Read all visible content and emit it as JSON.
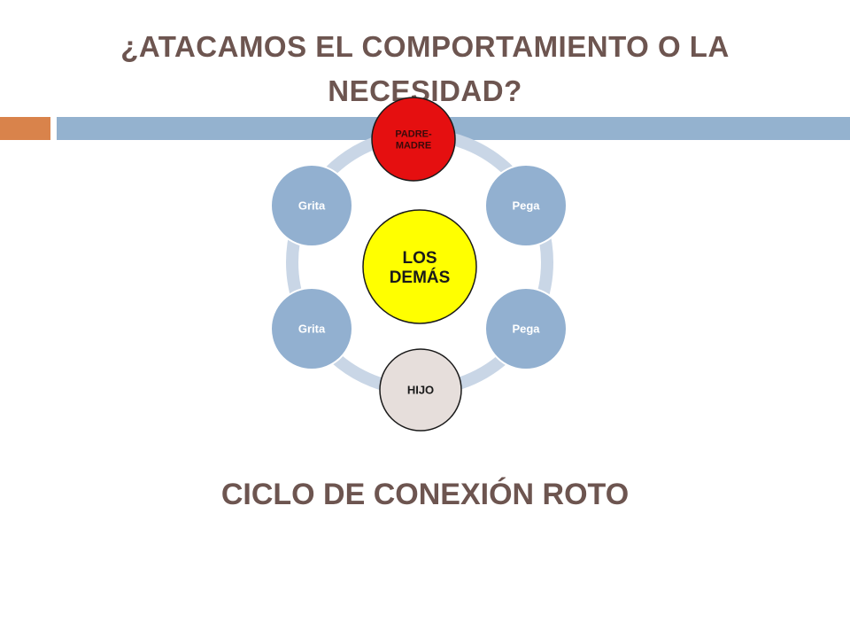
{
  "slide": {
    "title": "¿ATACAMOS EL COMPORTAMIENTO O LA\nNECESIDAD?",
    "caption": "CICLO DE CONEXIÓN ROTO"
  },
  "colors": {
    "title_text": "#6d5550",
    "accent_bar": "#d9834b",
    "main_bar": "#94b2cf",
    "ring": "#c9d6e6",
    "node_fill": "#92b0d0",
    "center_fill": "#ffff00",
    "parent_fill": "#e50f10",
    "child_fill": "#e6dedb"
  },
  "diagram": {
    "center": {
      "label_lines": [
        "LOS",
        "DEMÁS"
      ]
    },
    "nodes": [
      {
        "id": "padre-madre",
        "label_lines": [
          "PADRE-",
          "MADRE"
        ]
      },
      {
        "id": "pega-1",
        "label_lines": [
          "Pega"
        ]
      },
      {
        "id": "pega-2",
        "label_lines": [
          "Pega"
        ]
      },
      {
        "id": "hijo",
        "label_lines": [
          "HIJO"
        ]
      },
      {
        "id": "grita-1",
        "label_lines": [
          "Grita"
        ]
      },
      {
        "id": "grita-2",
        "label_lines": [
          "Grita"
        ]
      }
    ]
  }
}
